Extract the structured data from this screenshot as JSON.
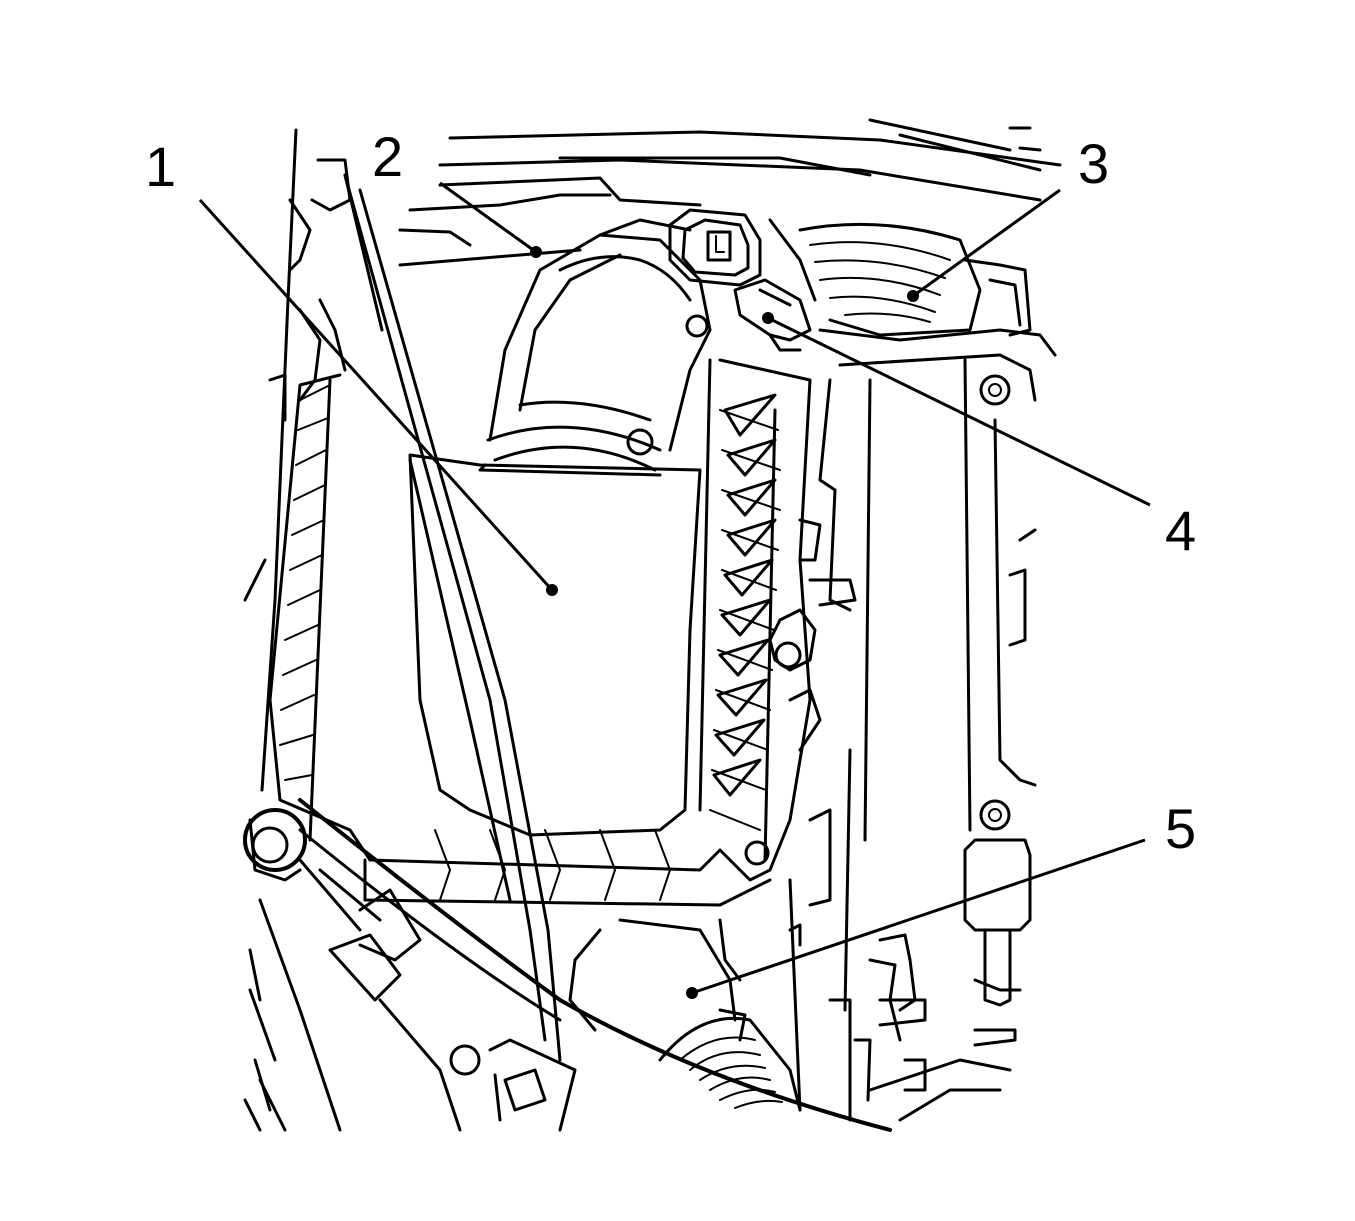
{
  "diagram": {
    "type": "technical-line-illustration",
    "background": "#ffffff",
    "line_color": "#000000",
    "callouts": [
      {
        "id": "1",
        "label": "1"
      },
      {
        "id": "2",
        "label": "2"
      },
      {
        "id": "3",
        "label": "3"
      },
      {
        "id": "4",
        "label": "4"
      },
      {
        "id": "5",
        "label": "5"
      }
    ]
  }
}
